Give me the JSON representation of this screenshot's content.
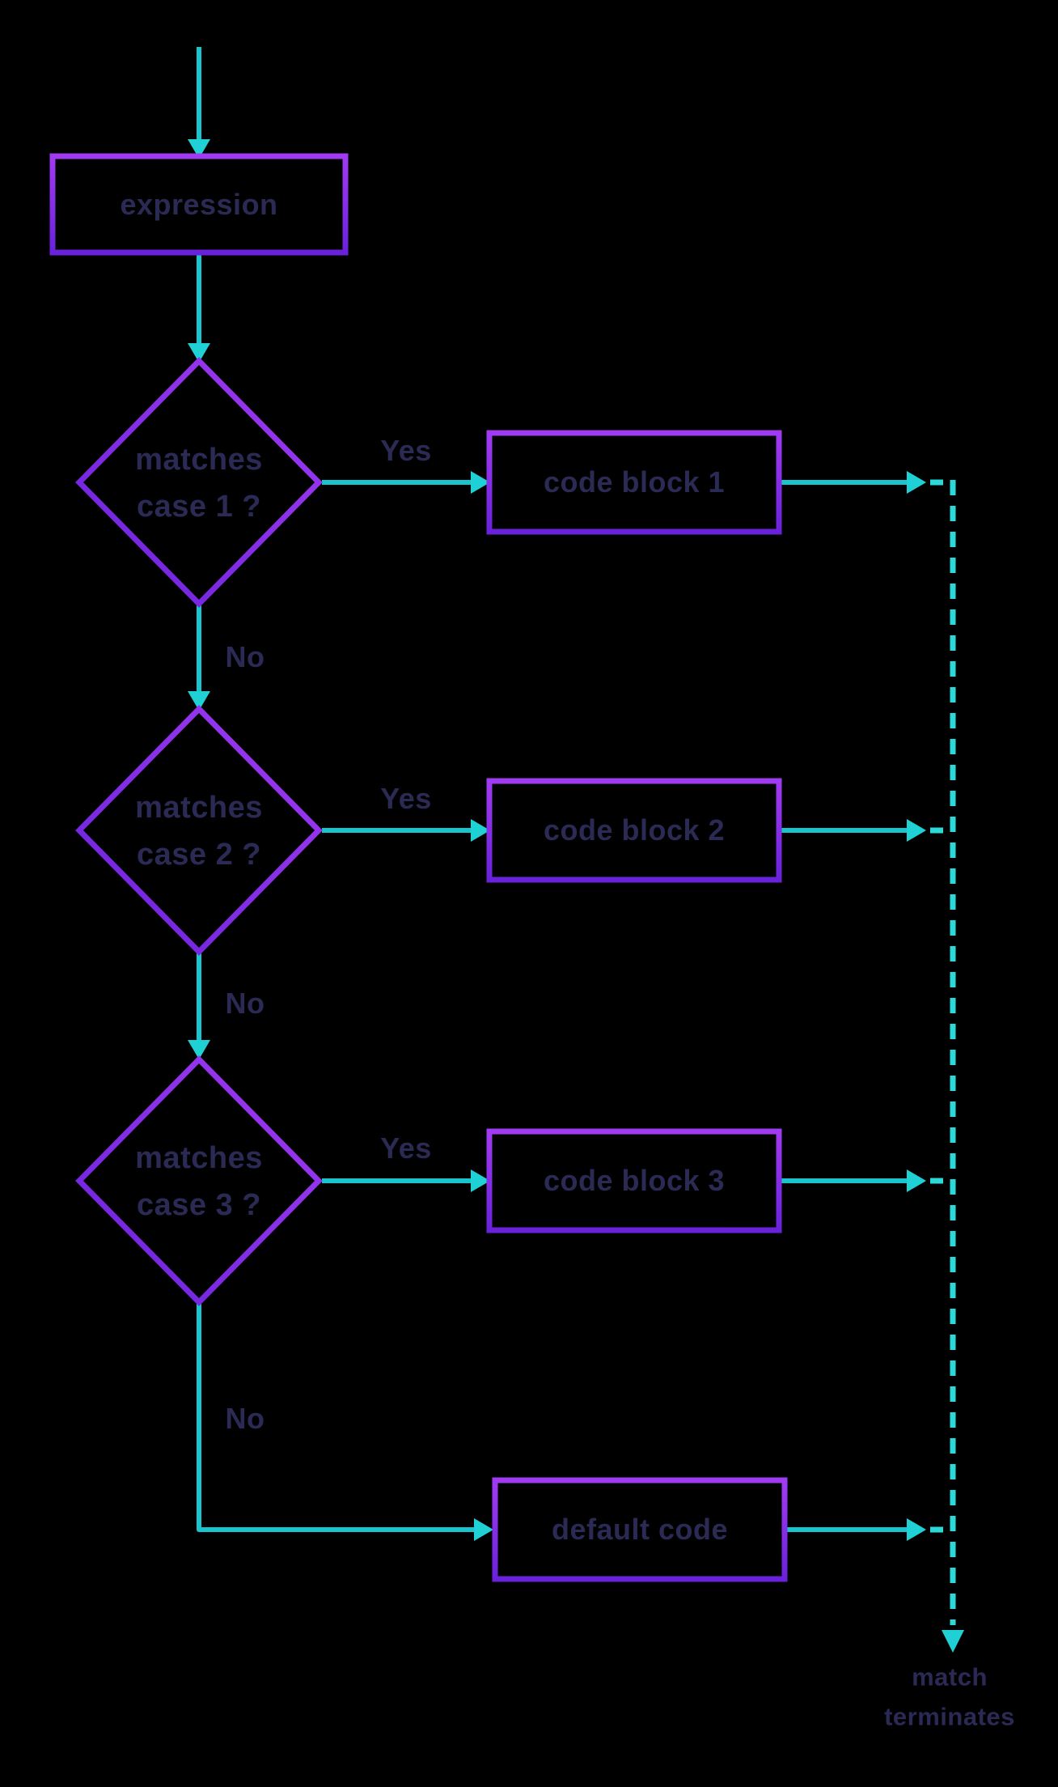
{
  "flowchart": {
    "start_node": {
      "label": "expression"
    },
    "decisions": [
      {
        "line1": "matches",
        "line2": "case 1 ?",
        "yes_label": "Yes",
        "no_label": "No"
      },
      {
        "line1": "matches",
        "line2": "case 2 ?",
        "yes_label": "Yes",
        "no_label": "No"
      },
      {
        "line1": "matches",
        "line2": "case 3 ?",
        "yes_label": "Yes",
        "no_label": "No"
      }
    ],
    "process_nodes": [
      {
        "label": "code block 1"
      },
      {
        "label": "code block 2"
      },
      {
        "label": "code block 3"
      },
      {
        "label": "default code"
      }
    ],
    "terminal": {
      "line1": "match",
      "line2": "terminates"
    }
  },
  "colors": {
    "background": "#000000",
    "node_border_bright": "#A13BF2",
    "node_border_deep": "#6A21DB",
    "arrow_cyan": "#18C4CE",
    "arrowhead_cyan": "#1FD0D4",
    "dashed_cyan": "#2BD9D9",
    "text_navy": "#2B2A55"
  }
}
